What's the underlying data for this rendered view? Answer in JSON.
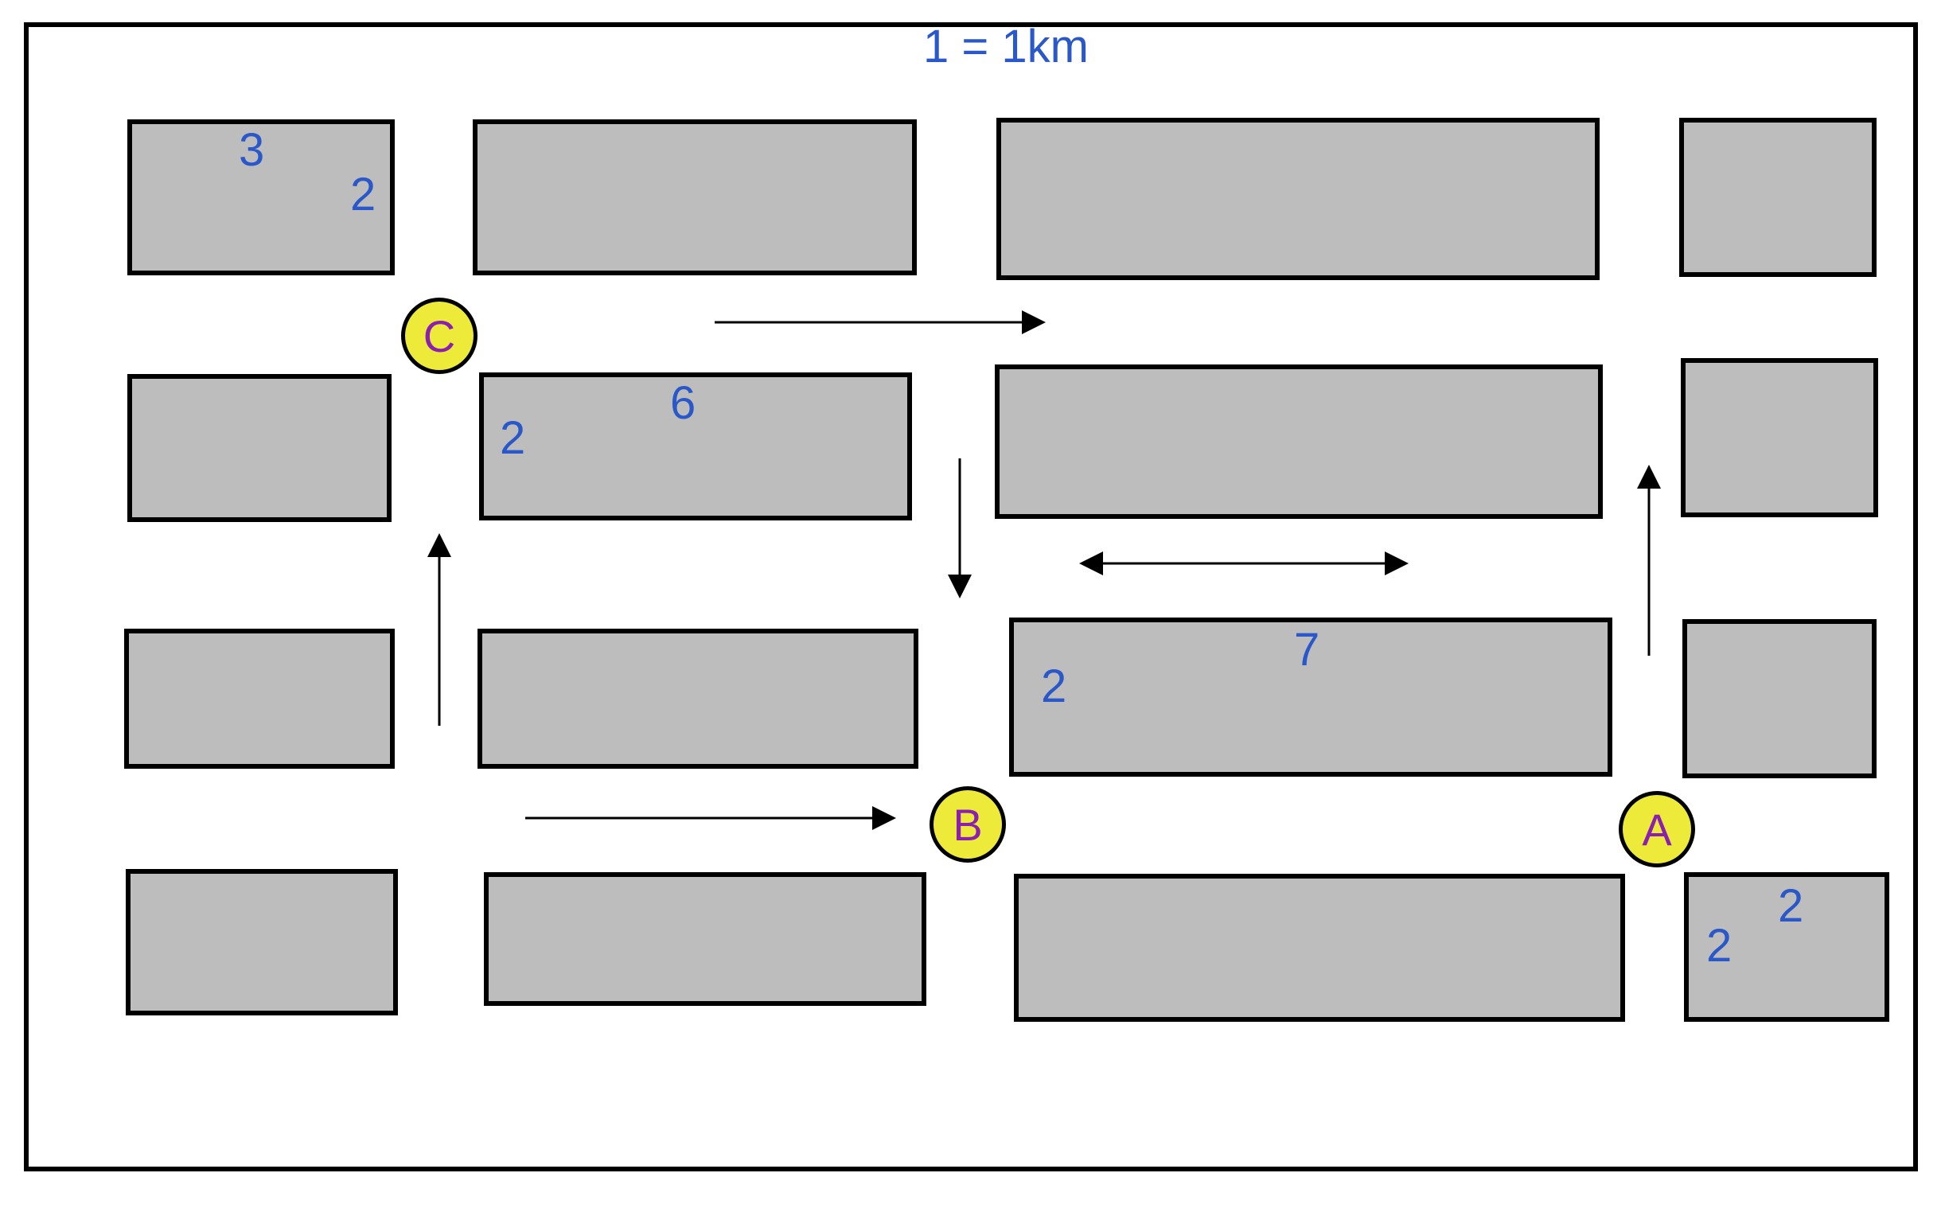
{
  "scale_label": "1 = 1km",
  "markers": {
    "a": "A",
    "b": "B",
    "c": "C"
  },
  "labels": {
    "r1_b1_top": "3",
    "r1_b1_side": "2",
    "r2_b2_top": "6",
    "r2_b2_side": "2",
    "r3_b3_top": "7",
    "r3_b3_side": "2",
    "r4_b4_top": "2",
    "r4_b4_side": "2"
  },
  "colors": {
    "label": "#2a58c9",
    "block": "#bdbdbd",
    "marker_fill": "#eeea3a",
    "marker_text": "#8a1fb0"
  }
}
